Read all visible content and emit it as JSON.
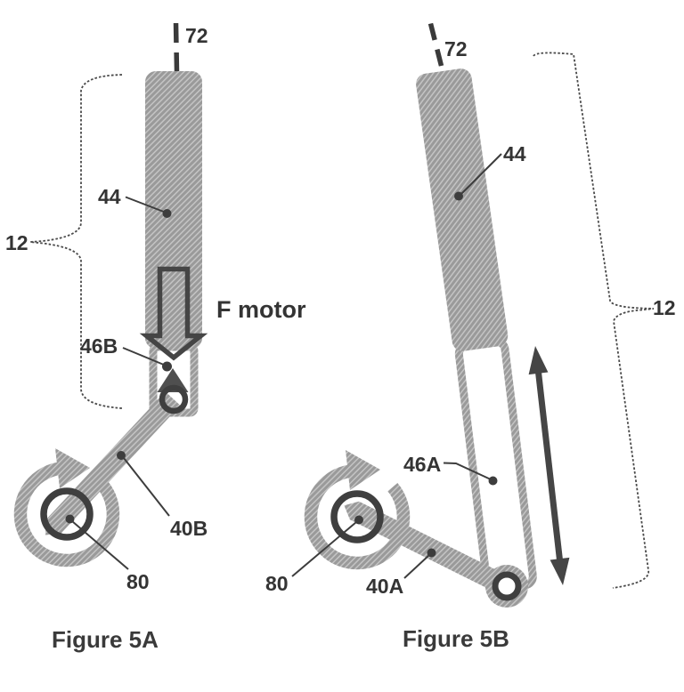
{
  "colors": {
    "background": "#ffffff",
    "hatch_gray": "#9a9a9a",
    "hatch_light": "#c6c6c6",
    "dark_stroke": "#3f3f3f",
    "label_text": "#343434"
  },
  "fig5a": {
    "caption": "Figure 5A",
    "ref72": "72",
    "ref12": "12",
    "ref44": "44",
    "ref46b": "46B",
    "force_label": "F motor",
    "ref40b": "40B",
    "ref80": "80"
  },
  "fig5b": {
    "caption": "Figure 5B",
    "ref72": "72",
    "ref44": "44",
    "ref12": "12",
    "ref46a": "46A",
    "ref40a": "40A",
    "ref80": "80"
  }
}
